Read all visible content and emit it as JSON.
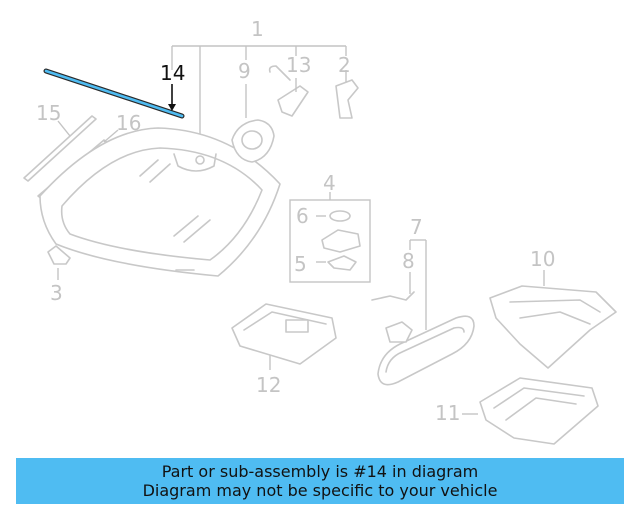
{
  "diagram": {
    "highlighted_part": "14",
    "callouts": [
      "1",
      "2",
      "3",
      "4",
      "5",
      "6",
      "7",
      "8",
      "9",
      "10",
      "11",
      "12",
      "13",
      "14",
      "15",
      "16"
    ]
  },
  "banner": {
    "line1": "Part or sub-assembly is #14 in diagram",
    "line2": "Diagram may not be specific to your vehicle",
    "background": "#4fbcf2"
  },
  "colors": {
    "highlight": "#4fbcf2",
    "part_stroke": "#c8c8c8",
    "label": "#c4c4c4"
  }
}
